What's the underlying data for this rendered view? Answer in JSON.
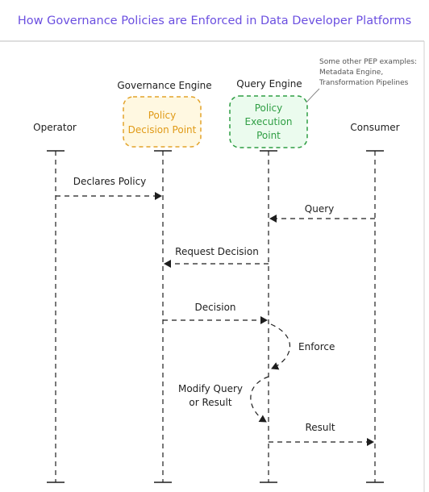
{
  "title": "How Governance Policies are Enforced in Data Developer Platforms",
  "colors": {
    "title": "#6b4fe0",
    "line": "#1e1e1e",
    "pdp_stroke": "#e3a32a",
    "pdp_fill": "#fff8e1",
    "pdp_text": "#e09a17",
    "pep_stroke": "#2f9e44",
    "pep_fill": "#ebfbee",
    "pep_text": "#2f9e44",
    "note_text": "#555555"
  },
  "actors": {
    "operator": "Operator",
    "governance_engine": "Governance Engine",
    "query_engine": "Query Engine",
    "consumer": "Consumer"
  },
  "pdp_box": {
    "line1": "Policy",
    "line2": "Decision Point"
  },
  "pep_box": {
    "line1": "Policy",
    "line2": "Execution",
    "line3": "Point"
  },
  "note": {
    "line1": "Some other PEP examples:",
    "line2": "Metadata Engine,",
    "line3": "Transformation Pipelines"
  },
  "messages": {
    "declares_policy": "Declares Policy",
    "query": "Query",
    "request_decision": "Request Decision",
    "decision": "Decision",
    "enforce": "Enforce",
    "modify_line1": "Modify Query",
    "modify_line2": "or Result",
    "result": "Result"
  }
}
